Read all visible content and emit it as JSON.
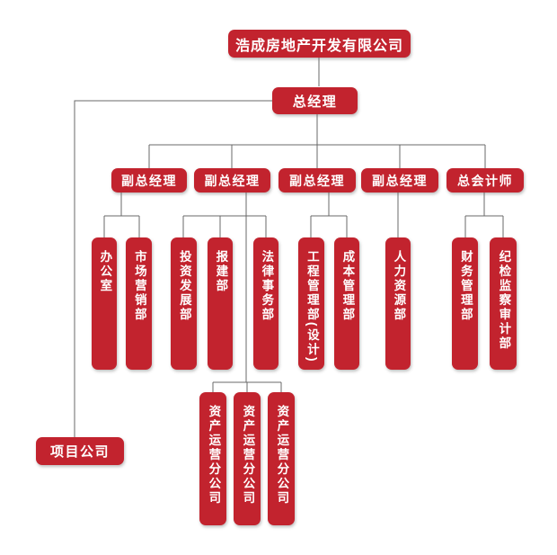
{
  "palette": {
    "node_red": "#c2232e",
    "node_text": "#ffffff",
    "connector_gray": "#696969",
    "background": "#ffffff"
  },
  "org_chart": {
    "company": "浩成房地产开发有限公司",
    "general_manager": "总经理",
    "executives": [
      {
        "label": "副总经理"
      },
      {
        "label": "副总经理"
      },
      {
        "label": "副总经理"
      },
      {
        "label": "副总经理"
      },
      {
        "label": "总会计师"
      }
    ],
    "departments": [
      {
        "label": "办公室"
      },
      {
        "label": "市场营销部"
      },
      {
        "label": "投资发展部"
      },
      {
        "label": "报建部"
      },
      {
        "label": "法律事务部"
      },
      {
        "label": "工程管理部(设计)"
      },
      {
        "label": "成本管理部"
      },
      {
        "label": "人力资源部"
      },
      {
        "label": "财务管理部"
      },
      {
        "label": "纪检监察审计部"
      }
    ],
    "subsidiaries": {
      "project_company": "项目公司",
      "branches": [
        {
          "label": "资产运营分公司"
        },
        {
          "label": "资产运营分公司"
        },
        {
          "label": "资产运营分公司"
        }
      ]
    }
  }
}
